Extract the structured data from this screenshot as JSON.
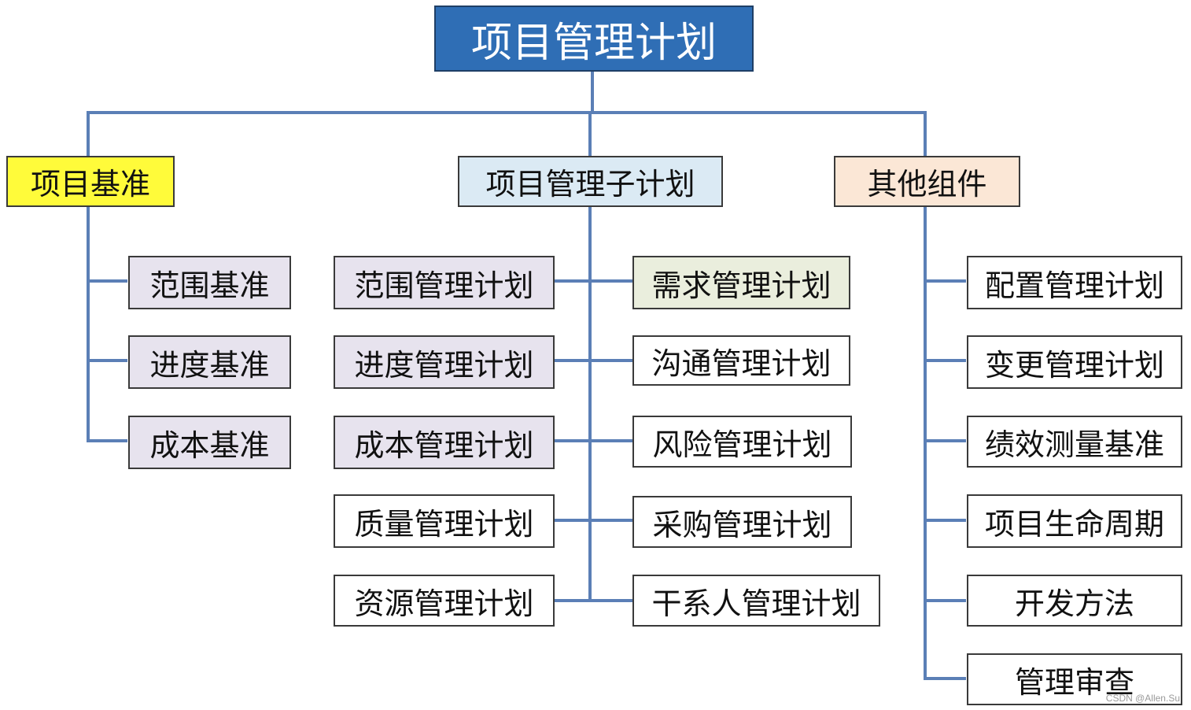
{
  "root": "项目管理计划",
  "groups": {
    "baseline": {
      "title": "项目基准",
      "items": [
        "范围基准",
        "进度基准",
        "成本基准"
      ]
    },
    "subplans": {
      "title": "项目管理子计划",
      "left": [
        "范围管理计划",
        "进度管理计划",
        "成本管理计划",
        "质量管理计划",
        "资源管理计划"
      ],
      "right": [
        "需求管理计划",
        "沟通管理计划",
        "风险管理计划",
        "采购管理计划",
        "干系人管理计划"
      ]
    },
    "other": {
      "title": "其他组件",
      "items": [
        "配置管理计划",
        "变更管理计划",
        "绩效测量基准",
        "项目生命周期",
        "开发方法",
        "管理审查"
      ]
    }
  },
  "watermark": "CSDN @Allen.Su",
  "colors": {
    "root_fill": "#2f6eb5",
    "connector": "#5b7fb6",
    "baseline_header_fill": "#fffb3a",
    "subplans_header_fill": "#dbeaf4",
    "other_header_fill": "#fbe7d6",
    "lavender_item_fill": "#e7e3ee",
    "requirements_item_fill": "#eaeedd"
  }
}
